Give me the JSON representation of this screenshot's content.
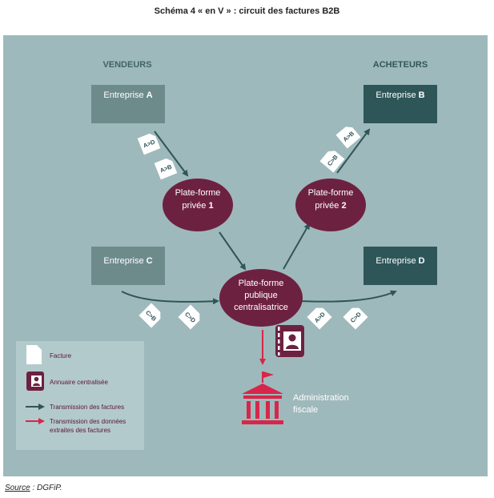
{
  "title": "Schéma 4 «  en V  » : circuit des factures B2B",
  "source_label": "Source",
  "source_text": " : DGFiP.",
  "colors": {
    "background": "#9eb9bb",
    "seller_box": "#6e8b8c",
    "buyer_box": "#2e5659",
    "platform": "#6d2140",
    "arrow": "#2f5558",
    "red_arrow": "#d7264a",
    "white": "#ffffff"
  },
  "headers": {
    "sellers": "VENDEURS",
    "buyers": "ACHETEURS"
  },
  "companies": {
    "a": {
      "prefix": "Entreprise ",
      "letter": "A"
    },
    "b": {
      "prefix": "Entreprise ",
      "letter": "B"
    },
    "c": {
      "prefix": "Entreprise ",
      "letter": "C"
    },
    "d": {
      "prefix": "Entreprise ",
      "letter": "D"
    }
  },
  "platforms": {
    "pp1": {
      "line1": "Plate-forme",
      "line2": "privée ",
      "num": "1"
    },
    "pp2": {
      "line1": "Plate-forme",
      "line2": "privée ",
      "num": "2"
    },
    "ppc": {
      "line1": "Plate-forme",
      "line2": "publique",
      "line3": "centralisatrice"
    }
  },
  "invoices": {
    "a_d": "A>D",
    "a_b_1": "A>B",
    "a_b_2": "A>B",
    "c_b_1": "C>B",
    "c_b_2": "C>B",
    "c_d_1": "C>D",
    "a_d_2": "A>D",
    "c_d_2": "C>D"
  },
  "admin": {
    "line1": "Administration",
    "line2": "fiscale",
    "icon": "government-building-icon"
  },
  "legend": {
    "facture": "Facture",
    "annuaire": "Annuaire centralisée",
    "transmission": "Transmission des factures",
    "donnees_line1": "Transmission des données",
    "donnees_line2": "extraites des factures"
  }
}
